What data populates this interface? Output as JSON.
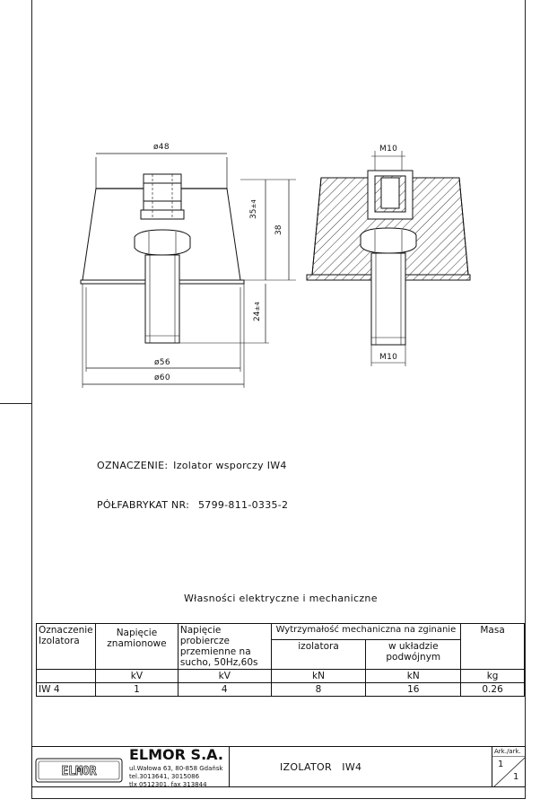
{
  "drawing": {
    "left_view": {
      "dim_top": "ø48",
      "dim_height_outer": "35",
      "dim_height_outer_tol": "±4",
      "dim_height_body": "38",
      "dim_stud": "24",
      "dim_stud_tol": "±4",
      "dim_base_inner": "ø56",
      "dim_base_outer": "ø60"
    },
    "right_view": {
      "thread_top": "M10",
      "thread_bottom": "M10"
    }
  },
  "designation": {
    "label": "OZNACZENIE:",
    "value": "Izolator wsporczy IW4"
  },
  "semi_product": {
    "label": "PÓŁFABRYKAT NR:",
    "value": "5799-811-0335-2"
  },
  "table": {
    "title": "Własności elektryczne i mechaniczne",
    "headers": {
      "col1": "Oznaczenie\nIzolatora",
      "col2": "Napięcie\nznamionowe",
      "col3": "Napięcie probiercze\nprzemienne na\nsucho, 50Hz,60s",
      "col45": "Wytrzymałość mechaniczna na zginanie",
      "col4": "izolatora",
      "col5": "w układzie\npodwójnym",
      "col6": "Masa"
    },
    "units": [
      "",
      "kV",
      "kV",
      "kN",
      "kN",
      "kg"
    ],
    "rows": [
      [
        "IW 4",
        "1",
        "4",
        "8",
        "16",
        "0.26"
      ]
    ]
  },
  "title_block": {
    "company": "ELMOR S.A.",
    "logo_text": "ELMOR",
    "address_lines": [
      "ul.Wałowa 63, 80-858 Gdańsk",
      "tel.3013641, 3015086",
      "tlx 0512301, fax 313844"
    ],
    "drawing_title": "IZOLATOR   IW4",
    "sheet_label": "Ark./ark.",
    "sheet_current": "1",
    "sheet_total": "1"
  }
}
